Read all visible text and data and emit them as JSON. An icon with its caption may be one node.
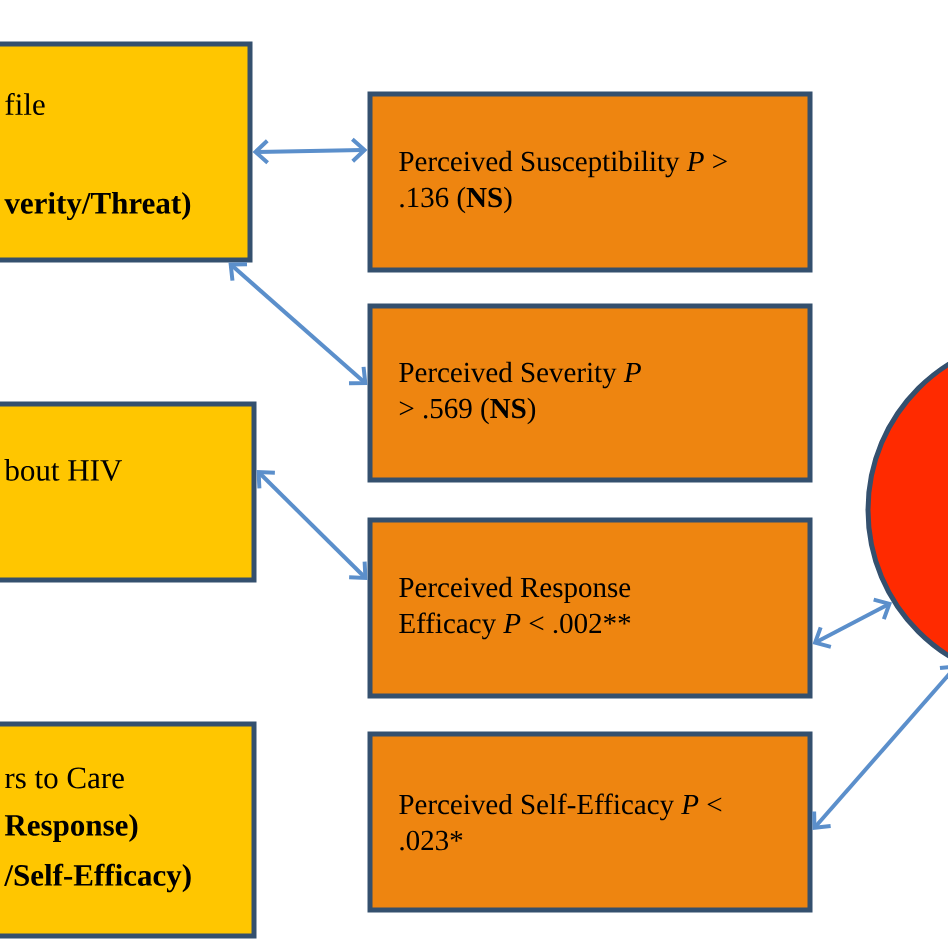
{
  "diagram": {
    "nodes": [
      {
        "text": [
          "file",
          "verity/Threat)"
        ]
      },
      {
        "text": [
          "bout HIV"
        ]
      },
      {
        "text": [
          "rs to Care",
          "Response)",
          "/Self-Efficacy)"
        ]
      },
      {
        "text": [
          "Perceived Susceptibility *P* > .136 (**NS**)"
        ]
      },
      {
        "text": [
          "Perceived Severity *P* >  .569 (**NS**)"
        ]
      },
      {
        "text": [
          "Perceived Response Efficacy *P* < .002**"
        ]
      },
      {
        "text": [
          "Perceived Self-Efficacy *P* < .023*"
        ]
      },
      {
        "text": [],
        "shape": "circle"
      }
    ],
    "edges": [
      {
        "from": 0,
        "to": 3,
        "arrow": "both"
      },
      {
        "from": 0,
        "to": 4,
        "arrow": "both"
      },
      {
        "from": 1,
        "to": 5,
        "arrow": "both"
      },
      {
        "from": 5,
        "to": 7,
        "arrow": "both"
      },
      {
        "from": 6,
        "to": 7,
        "arrow": "both"
      }
    ]
  }
}
